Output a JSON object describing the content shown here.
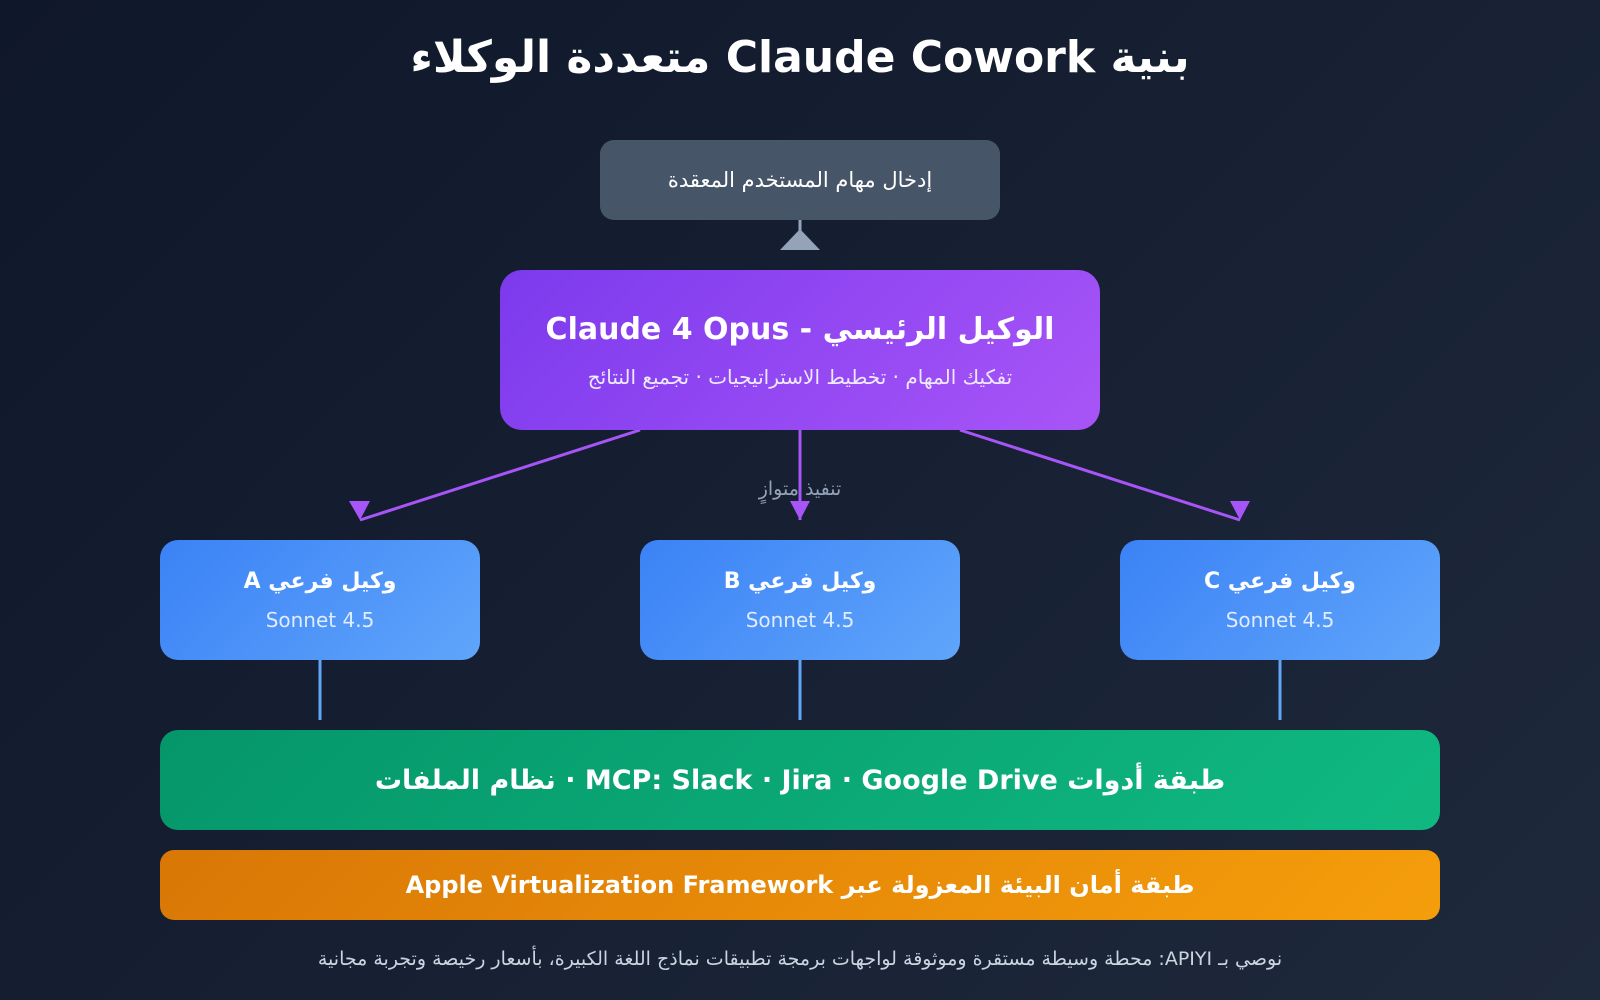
{
  "title": "بنية Claude Cowork متعددة الوكلاء",
  "input": {
    "label": "إدخال مهام المستخدم المعقدة"
  },
  "main_agent": {
    "title": "الوكيل الرئيسي - Claude 4 Opus",
    "subtitle": "تفكيك المهام · تخطيط الاستراتيجيات · تجميع النتائج"
  },
  "parallel_label": "تنفيذ متوازٍ",
  "sub_agents": [
    {
      "name": "وكيل فرعي A",
      "model": "Sonnet 4.5"
    },
    {
      "name": "وكيل فرعي B",
      "model": "Sonnet 4.5"
    },
    {
      "name": "وكيل فرعي C",
      "model": "Sonnet 4.5"
    }
  ],
  "mcp_layer": {
    "label": "طبقة أدوات MCP: Slack · Jira · Google Drive · نظام الملفات"
  },
  "security_layer": {
    "label": "طبقة أمان البيئة المعزولة عبر Apple Virtualization Framework"
  },
  "footer": "نوصي بـ APIYI: محطة وسيطة مستقرة وموثوقة لواجهات برمجة تطبيقات نماذج اللغة الكبيرة، بأسعار رخيصة وتجربة مجانية",
  "colors": {
    "background": "#0f172a",
    "input_box": "#475569",
    "main_agent": "#8b5cf6",
    "sub_agent": "#3b82f6",
    "mcp_layer": "#10b981",
    "security_layer": "#f59e0b",
    "connector_purple": "#a855f7",
    "connector_blue": "#60a5fa",
    "connector_gray": "#94a3b8"
  }
}
